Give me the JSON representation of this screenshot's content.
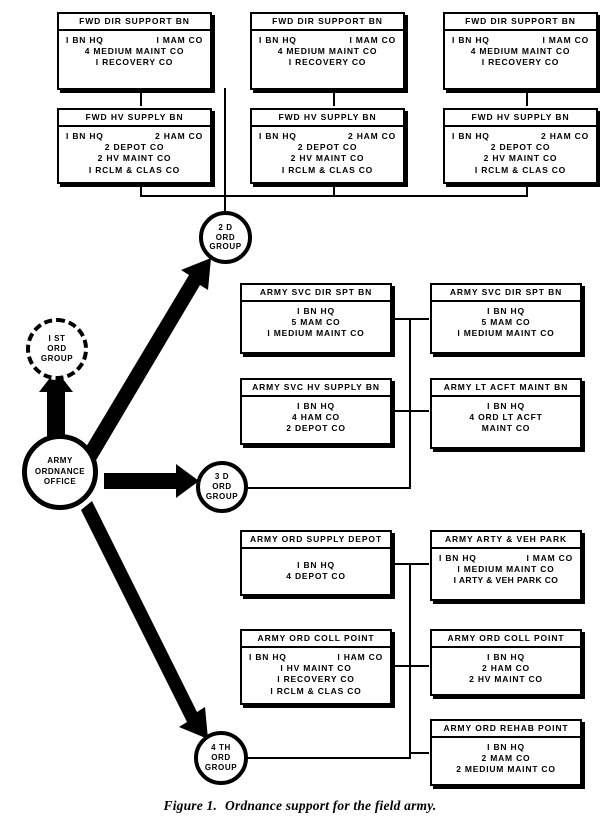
{
  "figure": {
    "number": "Figure 1.",
    "caption": "Ordnance support for the field army."
  },
  "groups": [
    {
      "id": "g1",
      "lines": [
        "I ST",
        "ORD",
        "GROUP"
      ],
      "style": "dashed"
    },
    {
      "id": "g2",
      "lines": [
        "2 D",
        "ORD",
        "GROUP"
      ],
      "style": "solid"
    },
    {
      "id": "g3",
      "lines": [
        "3 D",
        "ORD",
        "GROUP"
      ],
      "style": "solid"
    },
    {
      "id": "g4",
      "lines": [
        "4 TH",
        "ORD",
        "GROUP"
      ],
      "style": "solid"
    }
  ],
  "hub": {
    "lines": [
      "ARMY",
      "ORDNANCE",
      "OFFICE"
    ]
  },
  "boxes": {
    "fwd_dir_support_1": {
      "title": "FWD  DIR  SUPPORT  BN",
      "rows": [
        {
          "type": "split",
          "left": "I BN  HQ",
          "right": "I MAM  CO"
        },
        {
          "type": "center",
          "text": "4  MEDIUM  MAINT  CO"
        },
        {
          "type": "center",
          "text": "I  RECOVERY  CO"
        }
      ]
    },
    "fwd_dir_support_2": {
      "title": "FWD  DIR  SUPPORT  BN",
      "rows": [
        {
          "type": "split",
          "left": "I BN  HQ",
          "right": "I MAM  CO"
        },
        {
          "type": "center",
          "text": "4  MEDIUM  MAINT  CO"
        },
        {
          "type": "center",
          "text": "I  RECOVERY  CO"
        }
      ]
    },
    "fwd_dir_support_3": {
      "title": "FWD  DIR  SUPPORT  BN",
      "rows": [
        {
          "type": "split",
          "left": "I BN  HQ",
          "right": "I MAM  CO"
        },
        {
          "type": "center",
          "text": "4  MEDIUM  MAINT  CO"
        },
        {
          "type": "center",
          "text": "I  RECOVERY  CO"
        }
      ]
    },
    "fwd_hv_supply_1": {
      "title": "FWD  HV  SUPPLY  BN",
      "rows": [
        {
          "type": "split",
          "left": "I BN  HQ",
          "right": "2  HAM  CO"
        },
        {
          "type": "center",
          "text": "2  DEPOT  CO"
        },
        {
          "type": "center",
          "text": "2  HV  MAINT  CO"
        },
        {
          "type": "center",
          "text": "I  RCLM  &  CLAS  CO"
        }
      ]
    },
    "fwd_hv_supply_2": {
      "title": "FWD  HV  SUPPLY  BN",
      "rows": [
        {
          "type": "split",
          "left": "I BN  HQ",
          "right": "2  HAM  CO"
        },
        {
          "type": "center",
          "text": "2  DEPOT  CO"
        },
        {
          "type": "center",
          "text": "2  HV  MAINT  CO"
        },
        {
          "type": "center",
          "text": "I  RCLM  &  CLAS  CO"
        }
      ]
    },
    "fwd_hv_supply_3": {
      "title": "FWD  HV  SUPPLY  BN",
      "rows": [
        {
          "type": "split",
          "left": "I BN  HQ",
          "right": "2  HAM  CO"
        },
        {
          "type": "center",
          "text": "2  DEPOT  CO"
        },
        {
          "type": "center",
          "text": "2  HV  MAINT  CO"
        },
        {
          "type": "center",
          "text": "I  RCLM  &  CLAS  CO"
        }
      ]
    },
    "army_svc_dir_spt_left": {
      "title": "ARMY  SVC  DIR  SPT  BN",
      "rows": [
        {
          "type": "center",
          "text": "I  BN  HQ"
        },
        {
          "type": "center",
          "text": "5  MAM  CO"
        },
        {
          "type": "center",
          "text": "I  MEDIUM  MAINT  CO"
        }
      ]
    },
    "army_svc_dir_spt_right": {
      "title": "ARMY  SVC  DIR  SPT  BN",
      "rows": [
        {
          "type": "center",
          "text": "I  BN  HQ"
        },
        {
          "type": "center",
          "text": "5  MAM  CO"
        },
        {
          "type": "center",
          "text": "I  MEDIUM  MAINT  CO"
        }
      ]
    },
    "army_svc_hv_supply": {
      "title": "ARMY  SVC  HV  SUPPLY  BN",
      "rows": [
        {
          "type": "center",
          "text": "I  BN  HQ"
        },
        {
          "type": "center",
          "text": "4  HAM  CO"
        },
        {
          "type": "center",
          "text": "2  DEPOT  CO"
        }
      ]
    },
    "army_lt_acft_maint": {
      "title": "ARMY  LT  ACFT  MAINT  BN",
      "rows": [
        {
          "type": "center",
          "text": "I  BN  HQ"
        },
        {
          "type": "center",
          "text": "4  ORD  LT  ACFT"
        },
        {
          "type": "center",
          "text": "MAINT  CO"
        }
      ]
    },
    "army_ord_supply_depot": {
      "title": "ARMY  ORD  SUPPLY  DEPOT",
      "rows": [
        {
          "type": "center",
          "text": "I  BN  HQ"
        },
        {
          "type": "center",
          "text": "4  DEPOT  CO"
        }
      ]
    },
    "army_arty_veh_park": {
      "title": "ARMY  ARTY  &  VEH  PARK",
      "rows": [
        {
          "type": "split",
          "left": "I BN HQ",
          "right": "I MAM  CO"
        },
        {
          "type": "center",
          "text": "I  MEDIUM  MAINT  CO"
        },
        {
          "type": "center",
          "text": "I  ARTY  &  VEH  PARK  CO"
        }
      ]
    },
    "army_ord_coll_point_left": {
      "title": "ARMY  ORD  COLL  POINT",
      "rows": [
        {
          "type": "split",
          "left": "I BN  HQ",
          "right": "I HAM  CO"
        },
        {
          "type": "center",
          "text": "I  HV  MAINT  CO"
        },
        {
          "type": "center",
          "text": "I  RECOVERY  CO"
        },
        {
          "type": "center",
          "text": "I  RCLM  &  CLAS  CO"
        }
      ]
    },
    "army_ord_coll_point_right": {
      "title": "ARMY  ORD  COLL  POINT",
      "rows": [
        {
          "type": "center",
          "text": "I  BN  HQ"
        },
        {
          "type": "center",
          "text": "2  HAM  CO"
        },
        {
          "type": "center",
          "text": "2  HV  MAINT  CO"
        }
      ]
    },
    "army_ord_rehab_point": {
      "title": "ARMY  ORD  REHAB  POINT",
      "rows": [
        {
          "type": "center",
          "text": "I  BN  HQ"
        },
        {
          "type": "center",
          "text": "2  MAM  CO"
        },
        {
          "type": "center",
          "text": "2  MEDIUM  MAINT  CO"
        }
      ]
    }
  },
  "colors": {
    "ink": "#000000",
    "paper": "#ffffff"
  }
}
